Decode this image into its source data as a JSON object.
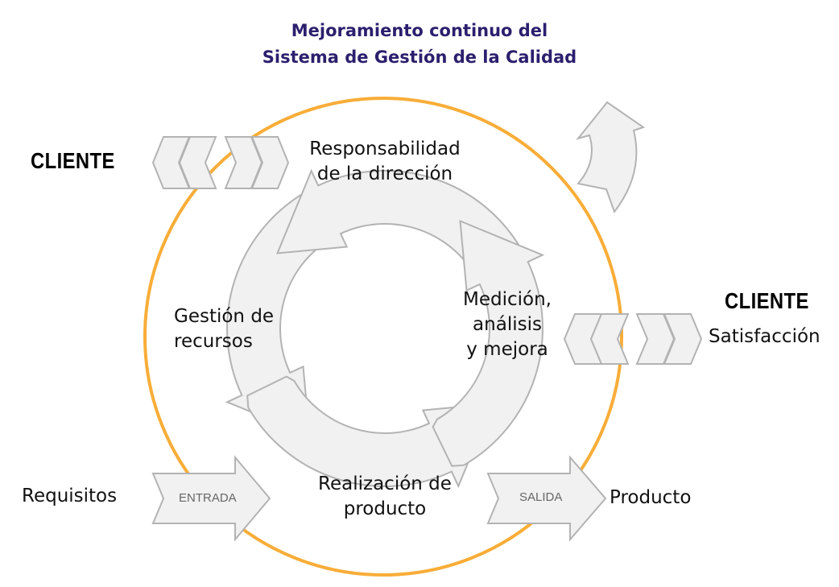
{
  "title": {
    "line1": "Mejoramiento continuo del",
    "line2": "Sistema de Gestión de la Calidad"
  },
  "cycle": {
    "top": {
      "line1": "Responsabilidad",
      "line2": "de la dirección"
    },
    "left": {
      "line1": "Gestión de",
      "line2": "recursos"
    },
    "right": {
      "line1": "Medición,",
      "line2": "análisis",
      "line3": "y mejora"
    },
    "bottom": {
      "line1": "Realización de",
      "line2": "producto"
    }
  },
  "left_client": {
    "label": "CLIENTE",
    "input": "Requisitos",
    "arrow_label": "ENTRADA"
  },
  "right_client": {
    "label": "CLIENTE",
    "note": "Satisfacción",
    "output": "Producto",
    "arrow_label": "SALIDA"
  },
  "colors": {
    "ring": "#f8ad38",
    "shape_fill": "#f1f1f1",
    "shape_stroke": "#b3b3b3",
    "title": "#2b1f6e"
  }
}
